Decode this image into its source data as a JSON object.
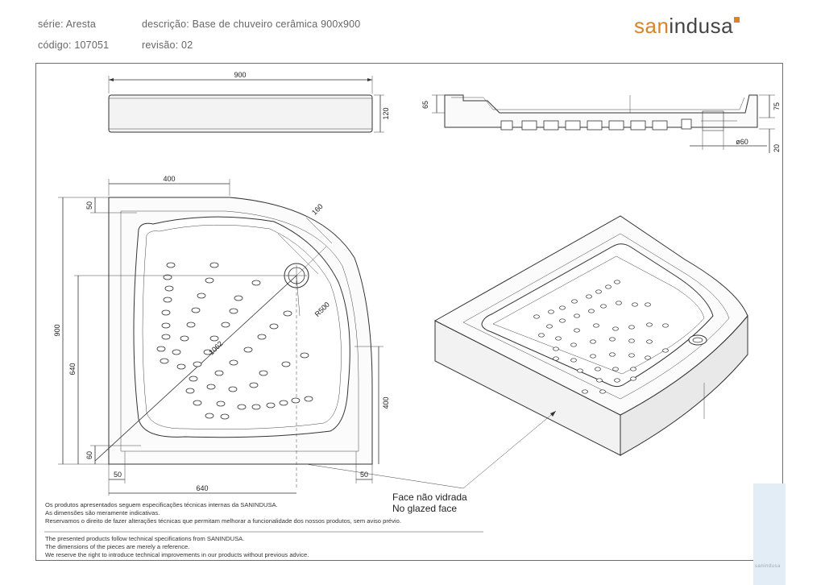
{
  "header": {
    "serie": "série: Aresta",
    "descricao": "descrição: Base de chuveiro cerâmica 900x900",
    "codigo": "código: 107051",
    "revisao": "revisão: 02"
  },
  "logo": {
    "part1": "san",
    "part2": "indusa"
  },
  "dimensions": {
    "top_width": "900",
    "top_height": "120",
    "side_65": "65",
    "side_75": "75",
    "side_20": "20",
    "drain_dia": "ø60",
    "plan_400_top": "400",
    "plan_50_top": "50",
    "plan_160": "160",
    "plan_r500": "R500",
    "plan_diag": "1062",
    "plan_900": "900",
    "plan_640_left": "640",
    "plan_400_right": "400",
    "plan_60": "60",
    "plan_50_bl": "50",
    "plan_50_br": "50",
    "plan_640_bottom": "640"
  },
  "callout": {
    "line1": "Face não vidrada",
    "line2": "No glazed face"
  },
  "notes": {
    "pt1": "Os produtos apresentados seguem especificações técnicas internas da SANINDUSA.",
    "pt2": "As dimensões são meramente indicativas.",
    "pt3": "Reservamos o direito de fazer alterações técnicas que permitam melhorar a funcionalidade dos nossos produtos, sem aviso prévio.",
    "en1": "The presented products follow technical specifications from SANINDUSA.",
    "en2": "The dimensions of the pieces are merely a reference.",
    "en3": "We reserve the right to introduce technical improvements in our products without previous advice."
  },
  "watermark": "sanindusa"
}
